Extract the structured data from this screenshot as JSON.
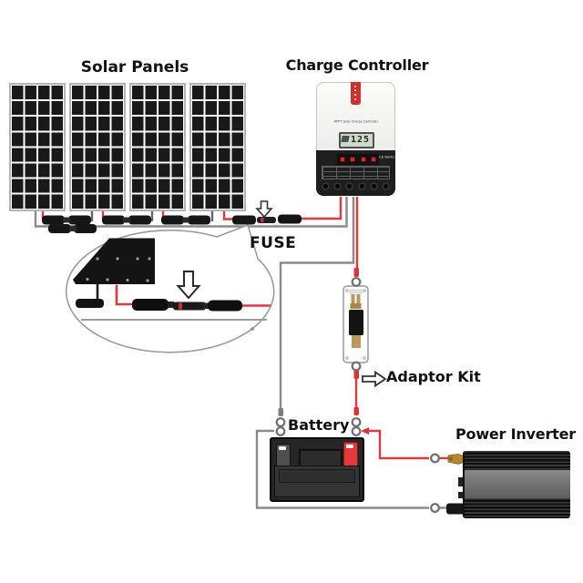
{
  "labels": {
    "solar_panels": "Solar Panels",
    "charge_controller": "Charge Controller",
    "fuse": "FUSE",
    "adaptor_kit": "Adaptor Kit",
    "battery": "Battery",
    "power_inverter": "Power Inverter"
  },
  "charge_controller": {
    "brand_text": "MPPT Solar Charge Controller",
    "lcd_value": "125",
    "cert_text": "CE RoHS",
    "button_count": 4,
    "terminal_count": 6
  },
  "solar_array": {
    "panel_count": 4,
    "cell_columns": 4,
    "cell_rows": 8
  },
  "icons": {
    "fuse_location_arrow": "down-arrow",
    "callout_detail_arrow": "down-arrow",
    "adaptor_kit_arrow": "right-arrow"
  },
  "colors": {
    "positive_wire": "#e0383c",
    "negative_wire": "#8a8a8a",
    "accent_red": "#ce2f2f",
    "device_dark": "#1e1e1e",
    "panel_cell": "#191919"
  }
}
